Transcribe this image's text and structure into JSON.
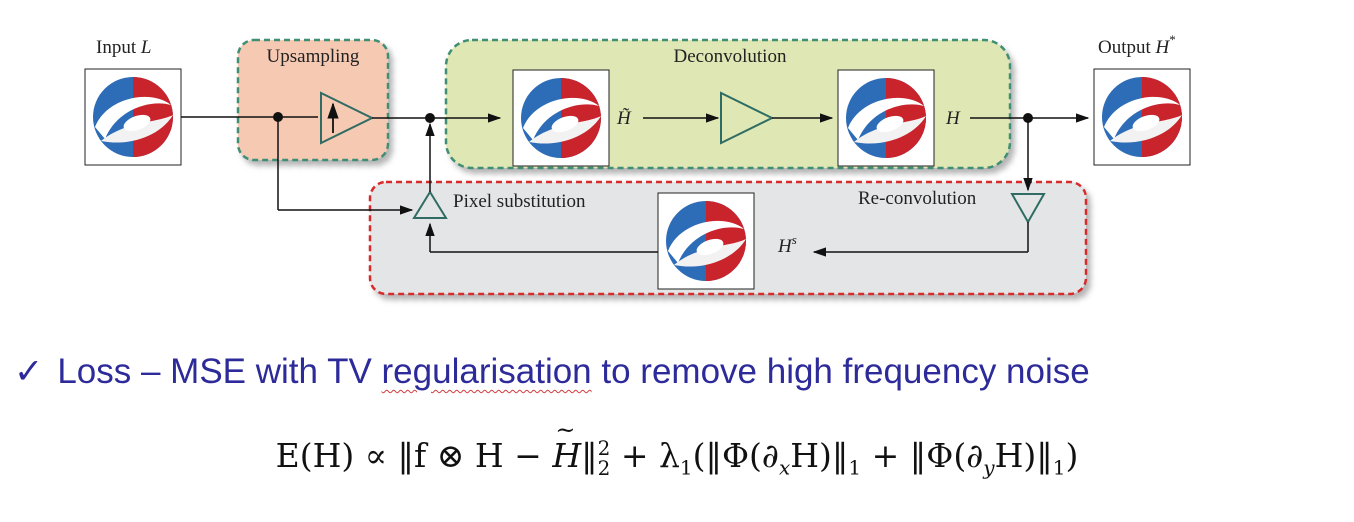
{
  "diagram": {
    "input_label": "Input",
    "input_symbol": "L",
    "output_label": "Output",
    "output_symbol": "H",
    "output_superscript": "*",
    "upsampling_label": "Upsampling",
    "deconvolution_label": "Deconvolution",
    "pixel_substitution_label": "Pixel substitution",
    "reconvolution_label": "Re-convolution",
    "h_tilde_label": "H̃",
    "h_label": "H",
    "hs_symbol": "H",
    "hs_superscript": "s",
    "colors": {
      "upsampling_fill": "#f6c9b3",
      "upsampling_border": "#3f8f74",
      "deconvolution_fill": "#dfe8b4",
      "deconvolution_border": "#3f8f74",
      "feedback_fill": "#e4e5e6",
      "feedback_border": "#d72a2a",
      "triangle_stroke": "#2f6c63"
    },
    "images": [
      "logo-icon",
      "logo-icon",
      "logo-icon",
      "logo-icon",
      "logo-icon"
    ]
  },
  "bullet": {
    "check": "✓",
    "text_before": "Loss – MSE with TV ",
    "underlined": "regularisation",
    "text_after": " to remove high frequency noise",
    "color": "#2d2a9a"
  },
  "formula": {
    "lhs": "E(H) ∝ ‖f ⊗ H − ",
    "htilde": "H",
    "norm_close": "‖",
    "sub2": "2",
    "sup2": "2",
    "plus_lambda": " + λ",
    "lambda_sub": "1",
    "term1": "(‖Φ(∂",
    "x_sub": "x",
    "term1_end": "H)‖",
    "one_a": "1",
    "plus2": " + ‖Φ(∂",
    "y_sub": "y",
    "term2_end": "H)‖",
    "one_b": "1",
    "close": ")"
  }
}
